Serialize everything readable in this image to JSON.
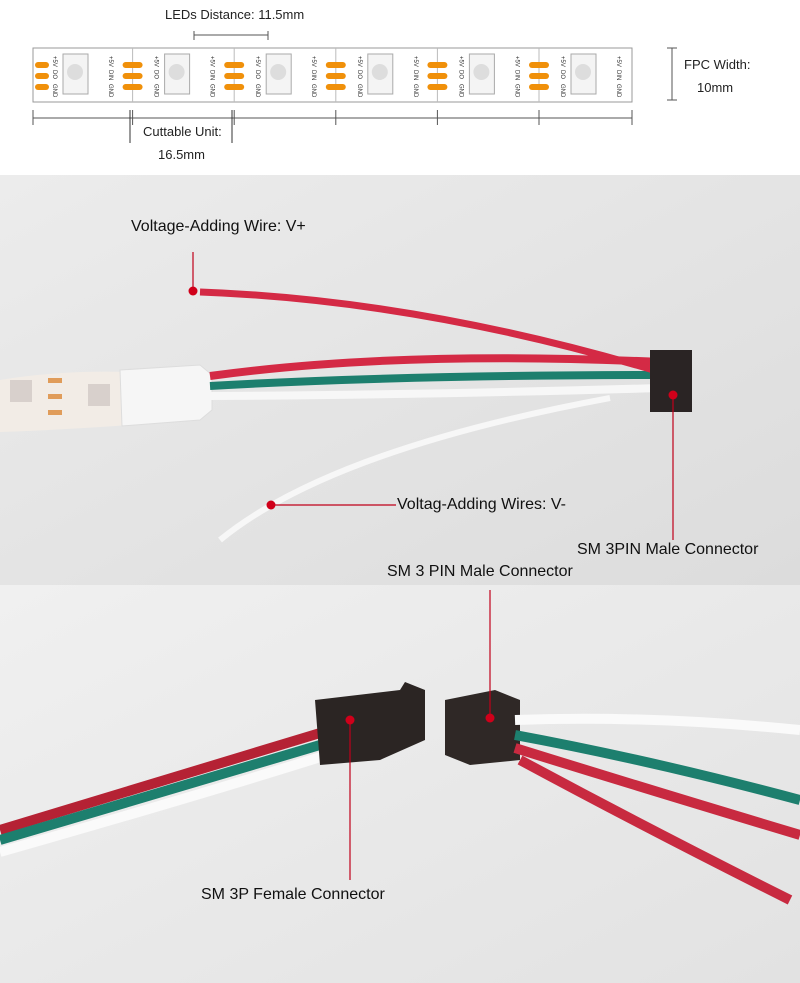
{
  "spec_diagram": {
    "led_distance": "LEDs Distance: 11.5mm",
    "fpc_width_label": "FPC Width:",
    "fpc_width_value": "10mm",
    "cuttable_unit_label": "Cuttable Unit:",
    "cuttable_unit_value": "16.5mm",
    "pad_labels": [
      "+5V",
      "DO",
      "GND",
      "+5V",
      "DIN",
      "GND"
    ],
    "pad_color": "#f0900a"
  },
  "photo_top": {
    "v_plus_label": "Voltage-Adding Wire: V+",
    "v_minus_label": "Voltag-Adding Wires: V-",
    "male_connector_label": "SM 3PIN Male Connector"
  },
  "photo_bottom": {
    "male_connector_label": "SM 3 PIN Male Connector",
    "female_connector_label": "SM 3P Female Connector"
  },
  "colors": {
    "annotation_dot": "#d0001a",
    "wire_red": "#d42a45",
    "wire_green": "#1d7f6e",
    "wire_white": "#f7f7f7"
  }
}
